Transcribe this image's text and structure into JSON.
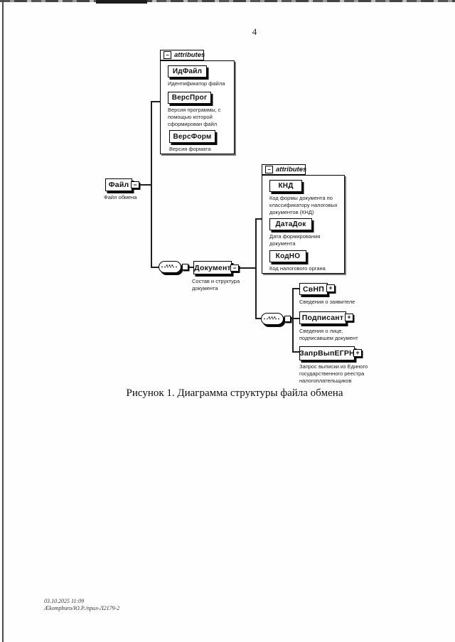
{
  "page": {
    "number": "4",
    "figure_caption": "Рисунок 1. Диаграмма структуры файла обмена",
    "footer": {
      "line1": "03.10.2025 11:09",
      "line2": "Ækompburo/Ю.Р./прил-Л2179-2"
    }
  },
  "diagram": {
    "attributes_label": "attributes",
    "minus": "−",
    "plus": "+",
    "sequence_icon": "•••",
    "root": {
      "label": "Файл",
      "caption": "Файл обмена"
    },
    "file_attributes": [
      {
        "label": "ИдФайл",
        "caption": "Идентификатор файла"
      },
      {
        "label": "ВерсПрог",
        "caption": "Версия программы, с помощью которой сформирован файл"
      },
      {
        "label": "ВерсФорм",
        "caption": "Версия формата"
      }
    ],
    "document": {
      "label": "Документ",
      "caption": "Состав и структура документа"
    },
    "document_attributes": [
      {
        "label": "КНД",
        "caption": "Код формы документа по классификатору налоговых документов (КНД)"
      },
      {
        "label": "ДатаДок",
        "caption": "Дата формирования документа"
      },
      {
        "label": "КодНО",
        "caption": "Код налогового органа"
      }
    ],
    "children": [
      {
        "label": "СвНП",
        "caption": "Сведения о заявителе"
      },
      {
        "label": "Подписант",
        "caption": "Сведения о лице, подписавшем документ"
      },
      {
        "label": "ЗапрВыпЕГРН",
        "caption": "Запрос выписки из Единого государственного реестра налогоплательщиков"
      }
    ]
  }
}
